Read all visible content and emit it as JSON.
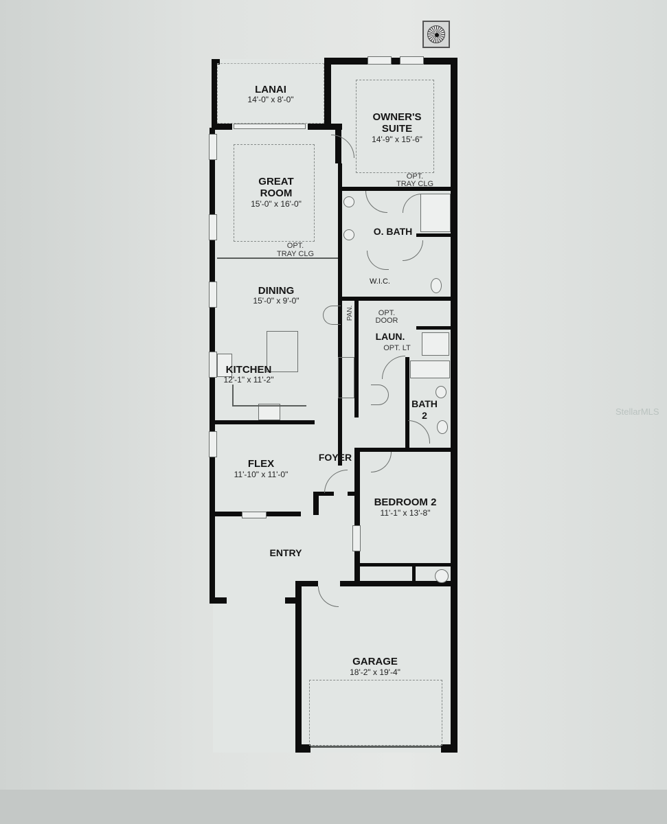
{
  "floorplan": {
    "rooms": [
      {
        "id": "lanai",
        "name": "LANAI",
        "dimensions": "14'-0\" x 8'-0\""
      },
      {
        "id": "owners-suite",
        "name": "OWNER'S SUITE",
        "name_line1": "OWNER'S",
        "name_line2": "SUITE",
        "dimensions": "14'-9\" x 15'-6\""
      },
      {
        "id": "great-room",
        "name": "GREAT ROOM",
        "name_line1": "GREAT",
        "name_line2": "ROOM",
        "dimensions": "15'-0\" x 16'-0\""
      },
      {
        "id": "o-bath",
        "name": "O. BATH"
      },
      {
        "id": "wic",
        "name": "W.I.C."
      },
      {
        "id": "dining",
        "name": "DINING",
        "dimensions": "15'-0\" x 9'-0\""
      },
      {
        "id": "pantry",
        "name": "PAN."
      },
      {
        "id": "laundry",
        "name": "LAUN."
      },
      {
        "id": "kitchen",
        "name": "KITCHEN",
        "dimensions": "12'-1\" x 11'-2\""
      },
      {
        "id": "bath-2",
        "name": "BATH 2",
        "name_line1": "BATH",
        "name_line2": "2"
      },
      {
        "id": "flex",
        "name": "FLEX",
        "dimensions": "11'-10\" x 11'-0\""
      },
      {
        "id": "foyer",
        "name": "FOYER"
      },
      {
        "id": "bedroom-2",
        "name": "BEDROOM 2",
        "dimensions": "11'-1\" x 13'-8\""
      },
      {
        "id": "entry",
        "name": "ENTRY"
      },
      {
        "id": "garage",
        "name": "GARAGE",
        "dimensions": "18'-2\" x 19'-4\""
      }
    ],
    "notes": {
      "owners_tray_line1": "OPT.",
      "owners_tray_line2": "TRAY CLG",
      "great_tray_line1": "OPT.",
      "great_tray_line2": "TRAY CLG",
      "opt_door_line1": "OPT.",
      "opt_door_line2": "DOOR",
      "opt_lt": "OPT. LT"
    },
    "compass_icon": "compass-rose-icon",
    "watermark": "StellarMLS"
  }
}
